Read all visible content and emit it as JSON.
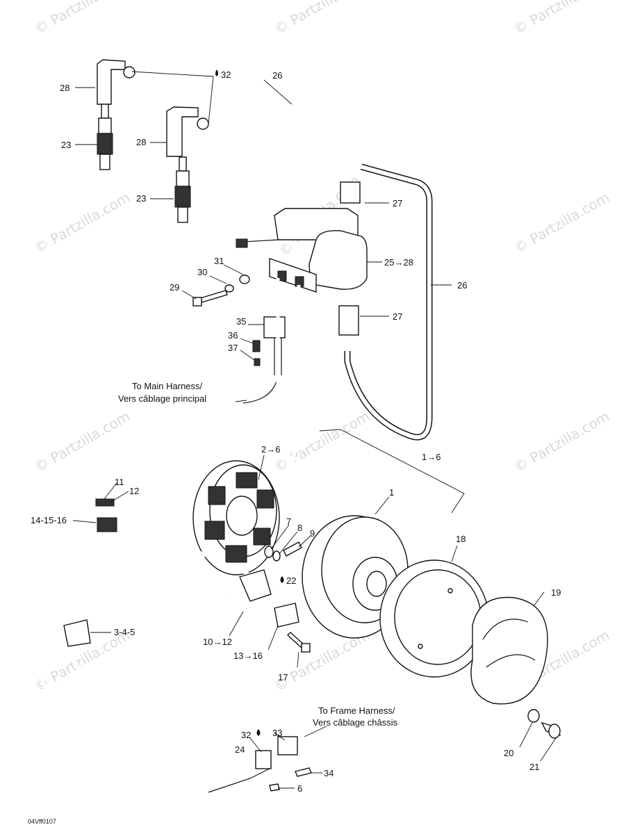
{
  "watermark": "© Partzilla.com",
  "drawing_code": "04Vff0107",
  "notes": {
    "main_harness_line1": "To Main Harness/",
    "main_harness_line2": "Vers câblage principal",
    "frame_harness_line1": "To Frame Harness/",
    "frame_harness_line2": "Vers câblage châssis"
  },
  "callouts": {
    "c28a": "28",
    "c32a": "32",
    "c26a": "26",
    "c23a": "23",
    "c28b": "28",
    "c23b": "23",
    "c27a": "27",
    "c25": "25→28",
    "c31": "31",
    "c30": "30",
    "c29": "29",
    "c26b": "26",
    "c27b": "27",
    "c35": "35",
    "c36": "36",
    "c37": "37",
    "c2": "2→6",
    "c1_6": "1→6",
    "c11": "11",
    "c12": "12",
    "c14": "14-15-16",
    "c1": "1",
    "c7": "7",
    "c8": "8",
    "c9": "9",
    "c18": "18",
    "c22": "22",
    "c19": "19",
    "c3": "3-4-5",
    "c10": "10→12",
    "c13": "13→16",
    "c17": "17",
    "c32b": "32",
    "c33": "33",
    "c24": "24",
    "c34": "34",
    "c6": "6",
    "c20": "20",
    "c21": "21"
  },
  "icons": [
    "drop-icon"
  ]
}
